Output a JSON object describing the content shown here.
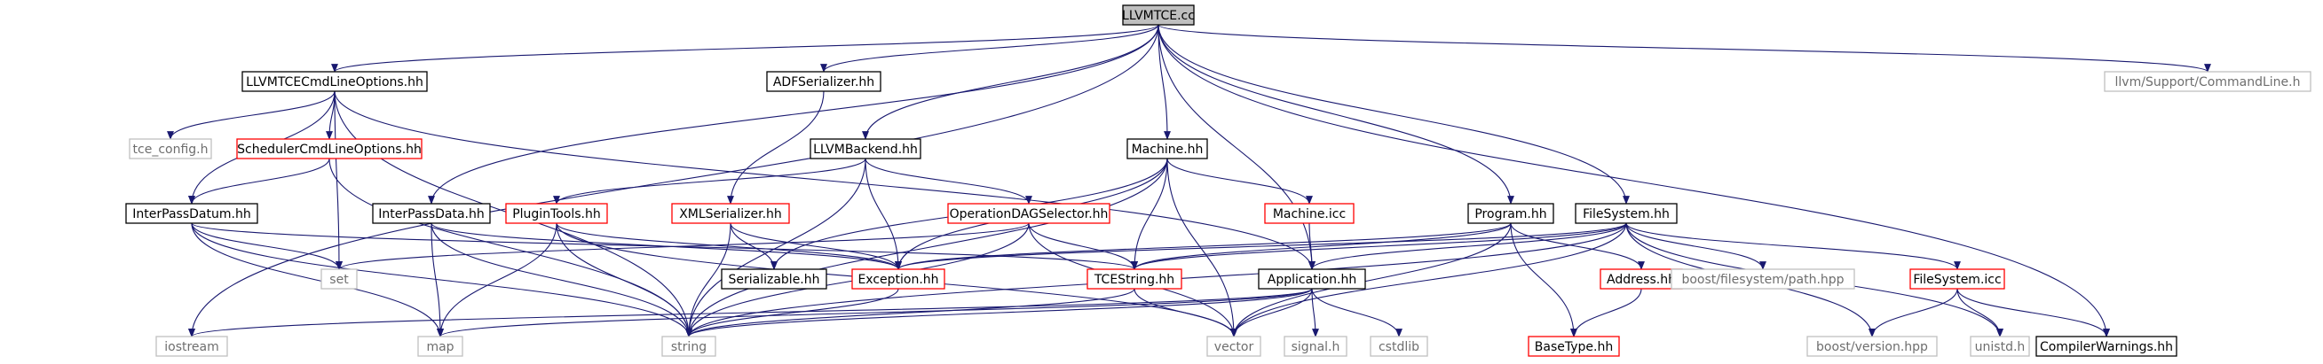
{
  "colors": {
    "edge": "#191970",
    "root_fill": "#bfbfbf",
    "border_black": "#000000",
    "border_red": "#ff0000",
    "border_gray": "#bfbfbf",
    "text_dark": "#000000",
    "text_gray": "#6e6e6e"
  },
  "nodes": [
    {
      "id": "root",
      "label": "LLVMTCE.cc",
      "style": "root"
    },
    {
      "id": "cmdopts",
      "label": "LLVMTCECmdLineOptions.hh",
      "style": "black"
    },
    {
      "id": "adfser",
      "label": "ADFSerializer.hh",
      "style": "black"
    },
    {
      "id": "cmdline",
      "label": "llvm/Support/CommandLine.h",
      "style": "gray"
    },
    {
      "id": "tceconfig",
      "label": "tce_config.h",
      "style": "gray"
    },
    {
      "id": "schedopts",
      "label": "SchedulerCmdLineOptions.hh",
      "style": "red"
    },
    {
      "id": "llvmbackend",
      "label": "LLVMBackend.hh",
      "style": "black"
    },
    {
      "id": "machine",
      "label": "Machine.hh",
      "style": "black"
    },
    {
      "id": "ipdatum",
      "label": "InterPassDatum.hh",
      "style": "black"
    },
    {
      "id": "ipdata",
      "label": "InterPassData.hh",
      "style": "black"
    },
    {
      "id": "plugintools",
      "label": "PluginTools.hh",
      "style": "red"
    },
    {
      "id": "xmlser",
      "label": "XMLSerializer.hh",
      "style": "red"
    },
    {
      "id": "opdag",
      "label": "OperationDAGSelector.hh",
      "style": "red"
    },
    {
      "id": "machineicc",
      "label": "Machine.icc",
      "style": "red"
    },
    {
      "id": "program",
      "label": "Program.hh",
      "style": "black"
    },
    {
      "id": "filesystem",
      "label": "FileSystem.hh",
      "style": "black"
    },
    {
      "id": "set",
      "label": "set",
      "style": "gray"
    },
    {
      "id": "serializable",
      "label": "Serializable.hh",
      "style": "black"
    },
    {
      "id": "exception",
      "label": "Exception.hh",
      "style": "red"
    },
    {
      "id": "tcestring",
      "label": "TCEString.hh",
      "style": "red"
    },
    {
      "id": "application",
      "label": "Application.hh",
      "style": "black"
    },
    {
      "id": "address",
      "label": "Address.hh",
      "style": "red"
    },
    {
      "id": "boostfs",
      "label": "boost/filesystem/path.hpp",
      "style": "gray"
    },
    {
      "id": "fsicc",
      "label": "FileSystem.icc",
      "style": "red"
    },
    {
      "id": "iostream",
      "label": "iostream",
      "style": "gray"
    },
    {
      "id": "map",
      "label": "map",
      "style": "gray"
    },
    {
      "id": "string",
      "label": "string",
      "style": "gray"
    },
    {
      "id": "vector",
      "label": "vector",
      "style": "gray"
    },
    {
      "id": "signal",
      "label": "signal.h",
      "style": "gray"
    },
    {
      "id": "cstdlib",
      "label": "cstdlib",
      "style": "gray"
    },
    {
      "id": "basetype",
      "label": "BaseType.hh",
      "style": "red"
    },
    {
      "id": "boostver",
      "label": "boost/version.hpp",
      "style": "gray"
    },
    {
      "id": "unistd",
      "label": "unistd.h",
      "style": "gray"
    },
    {
      "id": "compwarn",
      "label": "CompilerWarnings.hh",
      "style": "black"
    }
  ],
  "edges": [
    [
      "root",
      "cmdopts"
    ],
    [
      "root",
      "adfser"
    ],
    [
      "root",
      "cmdline"
    ],
    [
      "root",
      "iostream"
    ],
    [
      "root",
      "llvmbackend"
    ],
    [
      "root",
      "machine"
    ],
    [
      "root",
      "ipdata"
    ],
    [
      "root",
      "program"
    ],
    [
      "root",
      "filesystem"
    ],
    [
      "root",
      "application"
    ],
    [
      "root",
      "compwarn"
    ],
    [
      "cmdopts",
      "tceconfig"
    ],
    [
      "cmdopts",
      "schedopts"
    ],
    [
      "cmdopts",
      "ipdatum"
    ],
    [
      "cmdopts",
      "set"
    ],
    [
      "cmdopts",
      "string"
    ],
    [
      "cmdopts",
      "application"
    ],
    [
      "schedopts",
      "ipdatum"
    ],
    [
      "schedopts",
      "string"
    ],
    [
      "adfser",
      "xmlser"
    ],
    [
      "llvmbackend",
      "plugintools"
    ],
    [
      "llvmbackend",
      "opdag"
    ],
    [
      "llvmbackend",
      "exception"
    ],
    [
      "llvmbackend",
      "string"
    ],
    [
      "machine",
      "serializable"
    ],
    [
      "machine",
      "machineicc"
    ],
    [
      "machine",
      "exception"
    ],
    [
      "machine",
      "tcestring"
    ],
    [
      "machine",
      "vector"
    ],
    [
      "machine",
      "string"
    ],
    [
      "ipdatum",
      "set"
    ],
    [
      "ipdatum",
      "map"
    ],
    [
      "ipdatum",
      "string"
    ],
    [
      "ipdatum",
      "tcestring"
    ],
    [
      "ipdata",
      "map"
    ],
    [
      "ipdata",
      "string"
    ],
    [
      "ipdata",
      "exception"
    ],
    [
      "plugintools",
      "exception"
    ],
    [
      "plugintools",
      "map"
    ],
    [
      "plugintools",
      "string"
    ],
    [
      "plugintools",
      "vector"
    ],
    [
      "xmlser",
      "serializable"
    ],
    [
      "xmlser",
      "exception"
    ],
    [
      "xmlser",
      "string"
    ],
    [
      "opdag",
      "set"
    ],
    [
      "opdag",
      "tcestring"
    ],
    [
      "opdag",
      "string"
    ],
    [
      "opdag",
      "vector"
    ],
    [
      "machineicc",
      "application"
    ],
    [
      "program",
      "exception"
    ],
    [
      "program",
      "tcestring"
    ],
    [
      "program",
      "address"
    ],
    [
      "program",
      "basetype"
    ],
    [
      "program",
      "vector"
    ],
    [
      "filesystem",
      "exception"
    ],
    [
      "filesystem",
      "tcestring"
    ],
    [
      "filesystem",
      "application"
    ],
    [
      "filesystem",
      "boostfs"
    ],
    [
      "filesystem",
      "fsicc"
    ],
    [
      "filesystem",
      "boostver"
    ],
    [
      "filesystem",
      "unistd"
    ],
    [
      "filesystem",
      "string"
    ],
    [
      "filesystem",
      "vector"
    ],
    [
      "exception",
      "string"
    ],
    [
      "tcestring",
      "string"
    ],
    [
      "tcestring",
      "vector"
    ],
    [
      "application",
      "iostream"
    ],
    [
      "application",
      "map"
    ],
    [
      "application",
      "string"
    ],
    [
      "application",
      "vector"
    ],
    [
      "application",
      "signal"
    ],
    [
      "application",
      "cstdlib"
    ],
    [
      "address",
      "basetype"
    ],
    [
      "fsicc",
      "boostver"
    ],
    [
      "fsicc",
      "unistd"
    ],
    [
      "fsicc",
      "compwarn"
    ]
  ]
}
